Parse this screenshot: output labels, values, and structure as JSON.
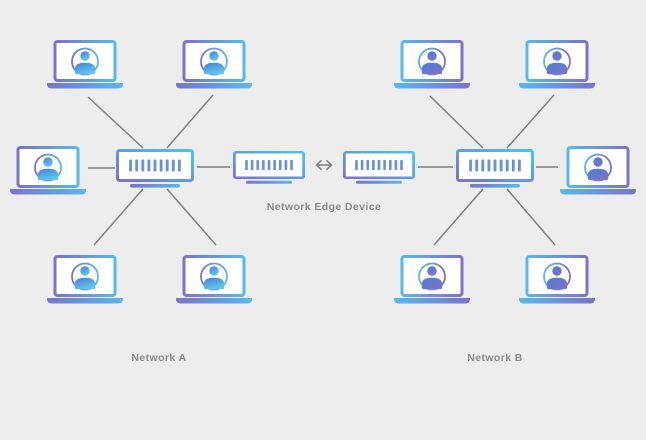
{
  "diagram": {
    "type": "network-topology",
    "labels": {
      "edge_device": "Network Edge Device",
      "network_a": "Network A",
      "network_b": "Network B"
    },
    "networks": [
      {
        "name": "Network A",
        "laptop_count": 5,
        "switch_count": 1
      },
      {
        "name": "Network B",
        "laptop_count": 5,
        "switch_count": 1
      }
    ],
    "edge_devices": {
      "count": 2,
      "label": "Network Edge Device",
      "connection": "bidirectional-arrow"
    },
    "icons": {
      "laptop": "laptop-user-icon",
      "switch": "network-switch-icon",
      "edge_device": "network-edge-device-icon",
      "arrow": "bidirectional-arrow-icon"
    },
    "colors": {
      "background": "#ededed",
      "purple": "#7c73c5",
      "blue": "#58b9e8",
      "cyan": "#45c7ef",
      "tick_purple": "#8277c8",
      "tick_blue": "#55aee4",
      "avatar_blue": "#4a7fd7",
      "avatar_cyan": "#5fc5ea",
      "line_gray": "#7f7f7f",
      "label_gray": "#8a8a8a",
      "device_fill": "#ffffff"
    }
  }
}
